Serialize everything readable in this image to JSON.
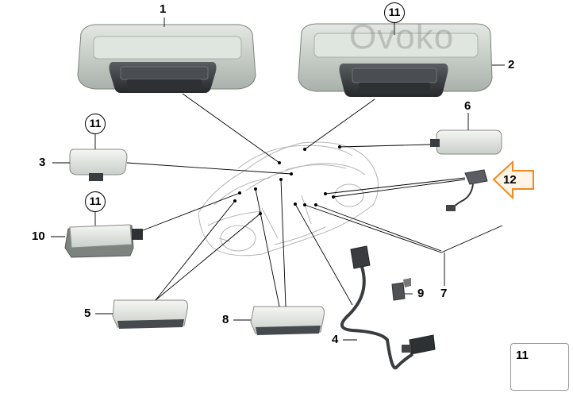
{
  "labels": {
    "p1": "1",
    "p2": "2",
    "p3": "3",
    "p4": "4",
    "p5": "5",
    "p6": "6",
    "p7": "7",
    "p8": "8",
    "p9": "9",
    "p10": "10",
    "p12": "12",
    "c11": "11"
  },
  "watermark": "Ovoko",
  "colors": {
    "part_fill": "#cfd5cf",
    "part_dark": "#3a3d40",
    "arrow_orange": "#f08a1e",
    "line": "#000000"
  }
}
